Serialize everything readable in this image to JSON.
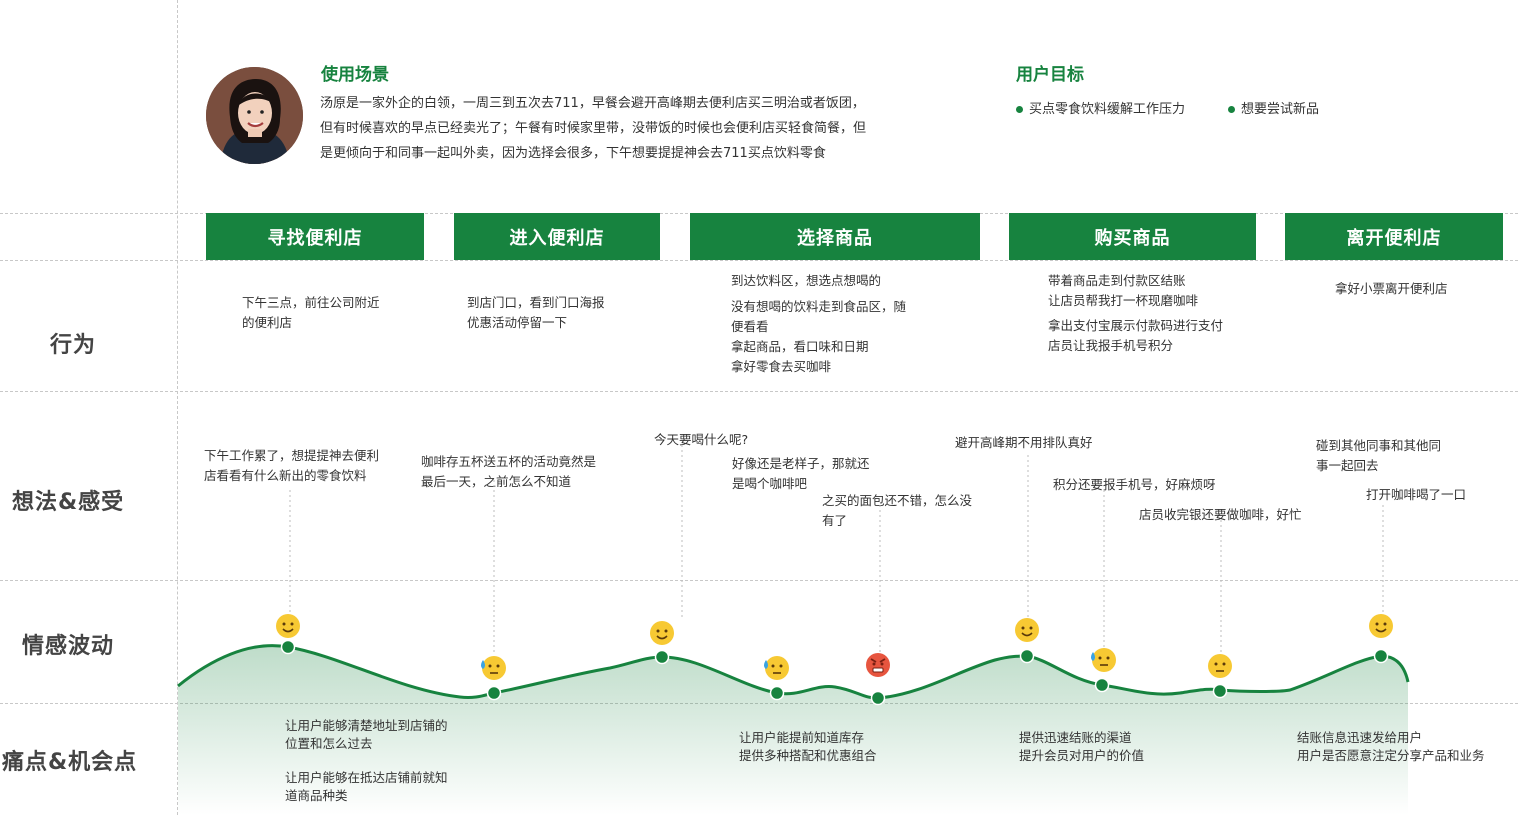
{
  "row_labels": {
    "behavior": "行为",
    "thoughts": "想法&感受",
    "emotion": "情感波动",
    "pain_points": "痛点&机会点"
  },
  "scenario": {
    "title": "使用场景",
    "text_lines": [
      "汤原是一家外企的白领，一周三到五次去711，早餐会避开高峰期去便利店买三明治或者饭团，",
      "但有时候喜欢的早点已经卖光了；午餐有时候家里带，没带饭的时候也会便利店买轻食简餐，但",
      "是更倾向于和同事一起叫外卖，因为选择会很多，下午想要提提神会去711买点饮料零食"
    ]
  },
  "goals": {
    "title": "用户目标",
    "items": [
      "买点零食饮料缓解工作压力",
      "想要尝试新品"
    ]
  },
  "stages": [
    "寻找便利店",
    "进入便利店",
    "选择商品",
    "购买商品",
    "离开便利店"
  ],
  "behaviors": [
    "下午三点，前往公司附近\n的便利店",
    "到店门口，看到门口海报\n优惠活动停留一下",
    "到达饮料区，想选点想喝的",
    "没有想喝的饮料走到食品区，随\n便看看\n拿起商品，看口味和日期\n拿好零食去买咖啡",
    "带着商品走到付款区结账\n让店员帮我打一杯现磨咖啡",
    "拿出支付宝展示付款码进行支付\n店员让我报手机号积分",
    "拿好小票离开便利店"
  ],
  "thoughts": [
    "下午工作累了，想提提神去便利\n店看看有什么新出的零食饮料",
    "咖啡存五杯送五杯的活动竟然是\n最后一天，之前怎么不知道",
    "今天要喝什么呢?",
    "好像还是老样子，那就还\n是喝个咖啡吧",
    "之买的面包还不错，怎么没\n有了",
    "避开高峰期不用排队真好",
    "积分还要报手机号，好麻烦呀",
    "店员收完银还要做咖啡，好忙",
    "碰到其他同事和其他同\n事一起回去",
    "打开咖啡喝了一口"
  ],
  "opportunities": [
    "让用户能够清楚地址到店铺的\n位置和怎么过去",
    "让用户能够在抵达店铺前就知\n道商品种类",
    "让用户能提前知道库存\n提供多种搭配和优惠组合",
    "提供迅速结账的渠道\n提升会员对用户的价值",
    "结账信息迅速发给用户\n用户是否愿意注定分享产品和业务"
  ],
  "emotions": [
    {
      "face": "happy",
      "icon": "happy-face-icon"
    },
    {
      "face": "sweat",
      "icon": "sweat-face-icon"
    },
    {
      "face": "happy",
      "icon": "happy-face-icon"
    },
    {
      "face": "sweat",
      "icon": "sweat-face-icon"
    },
    {
      "face": "angry",
      "icon": "angry-face-icon"
    },
    {
      "face": "happy",
      "icon": "happy-face-icon"
    },
    {
      "face": "sweat",
      "icon": "sweat-face-icon"
    },
    {
      "face": "neutral",
      "icon": "neutral-face-icon"
    },
    {
      "face": "happy",
      "icon": "happy-face-icon"
    }
  ],
  "colors": {
    "accent": "#17833f",
    "face_yellow": "#f7c933",
    "face_angry": "#e7553f",
    "sweat": "#3aa3e3"
  }
}
